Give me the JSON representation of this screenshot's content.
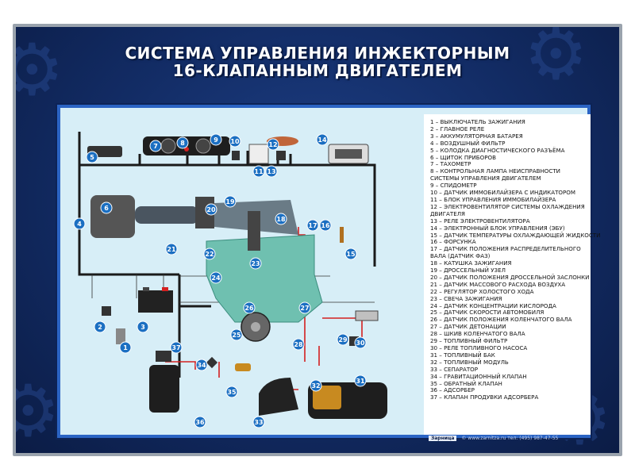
{
  "title": {
    "line1": "СИСТЕМА УПРАВЛЕНИЯ ИНЖЕКТОРНЫМ",
    "line2": "16-КЛАПАННЫМ ДВИГАТЕЛЕМ"
  },
  "legend": [
    "1 – ВЫКЛЮЧАТЕЛЬ ЗАЖИГАНИЯ",
    "2 – ГЛАВНОЕ РЕЛЕ",
    "3 – АККУМУЛЯТОРНАЯ БАТАРЕЯ",
    "4 – ВОЗДУШНЫЙ ФИЛЬТР",
    "5 – КОЛОДКА ДИАГНОСТИЧЕСКОГО РАЗЪЁМА",
    "6 – ЩИТОК ПРИБОРОВ",
    "7 – ТАХОМЕТР",
    "8 – КОНТРОЛЬНАЯ ЛАМПА НЕИСПРАВНОСТИ СИСТЕМЫ УПРАВЛЕНИЯ ДВИГАТЕЛЕМ",
    "9 – СПИДОМЕТР",
    "10 – ДАТЧИК ИММОБИЛАЙЗЕРА С ИНДИКАТОРОМ",
    "11 – БЛОК УПРАВЛЕНИЯ ИММОБИЛАЙЗЕРА",
    "12 – ЭЛЕКТРОВЕНТИЛЯТОР СИСТЕМЫ ОХЛАЖДЕНИЯ ДВИГАТЕЛЯ",
    "13 – РЕЛЕ ЭЛЕКТРОВЕНТИЛЯТОРА",
    "14 – ЭЛЕКТРОННЫЙ БЛОК УПРАВЛЕНИЯ (ЭБУ)",
    "15 – ДАТЧИК ТЕМПЕРАТУРЫ ОХЛАЖДАЮЩЕЙ ЖИДКОСТИ",
    "16 – ФОРСУНКА",
    "17 – ДАТЧИК ПОЛОЖЕНИЯ РАСПРЕДЕЛИТЕЛЬНОГО ВАЛА (ДАТЧИК ФАЗ)",
    "18 – КАТУШКА ЗАЖИГАНИЯ",
    "19 – ДРОССЕЛЬНЫЙ УЗЕЛ",
    "20 – ДАТЧИК ПОЛОЖЕНИЯ ДРОССЕЛЬНОЙ ЗАСЛОНКИ",
    "21 – ДАТЧИК МАССОВОГО РАСХОДА ВОЗДУХА",
    "22 – РЕГУЛЯТОР ХОЛОСТОГО ХОДА",
    "23 – СВЕЧА ЗАЖИГАНИЯ",
    "24 – ДАТЧИК КОНЦЕНТРАЦИИ КИСЛОРОДА",
    "25 – ДАТЧИК СКОРОСТИ АВТОМОБИЛЯ",
    "26 – ДАТЧИК ПОЛОЖЕНИЯ КОЛЕНЧАТОГО ВАЛА",
    "27 – ДАТЧИК ДЕТОНАЦИИ",
    "28 – ШКИВ КОЛЕНЧАТОГО ВАЛА",
    "29 – ТОПЛИВНЫЙ ФИЛЬТР",
    "30 – РЕЛЕ ТОПЛИВНОГО НАСОСА",
    "31 – ТОПЛИВНЫЙ БАК",
    "32 – ТОПЛИВНЫЙ МОДУЛЬ",
    "33 – СЕПАРАТОР",
    "34 – ГРАВИТАЦИОННЫЙ КЛАПАН",
    "35 – ОБРАТНЫЙ КЛАПАН",
    "36 – АДСОРБЕР",
    "37 – КЛАПАН ПРОДУВКИ АДСОРБЕРА"
  ],
  "footer": {
    "brand": "Зарница",
    "text": "© www.zarnitza.ru тел: (495) 987-47-55"
  },
  "colors": {
    "poster_bg": "#122b63",
    "panel_bg": "#d7eef7",
    "panel_border": "#2b64c4",
    "callout": "#1b6fc2",
    "wire_black": "#1a1a1a",
    "wire_red": "#d42020",
    "engine": "#6fc0b0"
  },
  "icons": [
    "gear-icon"
  ]
}
